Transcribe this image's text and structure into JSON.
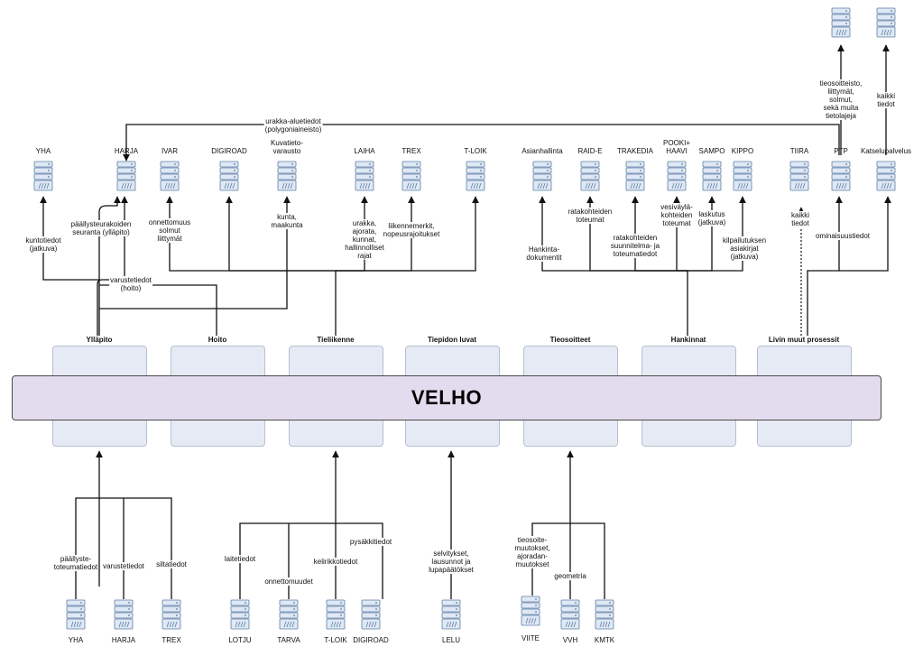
{
  "core": {
    "name": "VELHO"
  },
  "processes": [
    {
      "id": "yllapito",
      "title": "Ylläpito"
    },
    {
      "id": "hoito",
      "title": "Hoito"
    },
    {
      "id": "tieliikenne",
      "title": "Tieliikenne"
    },
    {
      "id": "tiepidon_luvat",
      "title": "Tiepidon luvat"
    },
    {
      "id": "tieosoitteet",
      "title": "Tieosoitteet"
    },
    {
      "id": "hankinnat",
      "title": "Hankinnat"
    },
    {
      "id": "muut",
      "title": "Livin muut prosessit"
    }
  ],
  "top_systems": [
    {
      "id": "yha",
      "name": "YHA"
    },
    {
      "id": "harja",
      "name": "HARJA"
    },
    {
      "id": "ivar",
      "name": "IVAR"
    },
    {
      "id": "digiroad",
      "name": "DIGIROAD"
    },
    {
      "id": "kuvatieto",
      "name": "Kuvatieto-\nvarausto"
    },
    {
      "id": "laiha",
      "name": "LAIHA"
    },
    {
      "id": "trex",
      "name": "TREX"
    },
    {
      "id": "tloik",
      "name": "T-LOIK"
    },
    {
      "id": "asianhallinta",
      "name": "Asianhallinta"
    },
    {
      "id": "raide",
      "name": "RAID-E"
    },
    {
      "id": "trakedia",
      "name": "TRAKEDIA"
    },
    {
      "id": "pooki",
      "name": "POOKI+\nHAAVI"
    },
    {
      "id": "sampo",
      "name": "SAMPO"
    },
    {
      "id": "kippo",
      "name": "KIPPO"
    },
    {
      "id": "tiira",
      "name": "TIIRA"
    },
    {
      "id": "ptp",
      "name": "PTP"
    },
    {
      "id": "katselu",
      "name": "Katselupalvelus"
    }
  ],
  "far_top_systems": [
    {
      "id": "far1",
      "name": ""
    },
    {
      "id": "far2",
      "name": ""
    }
  ],
  "bottom_systems": [
    {
      "id": "b_yha",
      "name": "YHA"
    },
    {
      "id": "b_harja",
      "name": "HARJA"
    },
    {
      "id": "b_trex",
      "name": "TREX"
    },
    {
      "id": "b_lotju",
      "name": "LOTJU"
    },
    {
      "id": "b_tarva",
      "name": "TARVA"
    },
    {
      "id": "b_tloik",
      "name": "T-LOIK"
    },
    {
      "id": "b_digiroad",
      "name": "DIGIROAD"
    },
    {
      "id": "b_lelu",
      "name": "LELU"
    },
    {
      "id": "b_viite",
      "name": "VIITE"
    },
    {
      "id": "b_vvh",
      "name": "VVH"
    },
    {
      "id": "b_kmtk",
      "name": "KMTK"
    }
  ],
  "edge_labels": {
    "urakka": "urakka-aluetiedot\n(polygoniaineisto)",
    "kuntotiedot": "kuntotiedot\n(jatkuva)",
    "paallysteurakoiden": "päällysteurakoiden\nseuranta (ylläpito)",
    "varustetiedot_hoito": "varustetiedot\n(hoito)",
    "onnettomuus": "onnettomuus\nsolmut\nliittymät",
    "kunta": "kunta,\nmaakunta",
    "laiha": "urakka,\najorata,\nkunnat,\nhallinnolliset\nrajat",
    "trex_top": "liikennemerkit,\nnopeusrajoitukset",
    "hankintadok": "Hankinta-\ndokumentit",
    "ratakohteiden_toteumat": "ratakohteiden\ntoteumat",
    "ratakohteiden_suunnitelma": "ratakohteiden\nsuunnitelma- ja\ntoteumatiedot",
    "vesivayla": "vesiväylä-\nkohteiden\ntoteumat",
    "laskutus": "laskutus\n(jatkuva)",
    "kilpailutuksen": "kilpailutuksen\nasiakirjat\n(jatkuva)",
    "kaikki_tiedot_tiira": "kaikki\ntiedot",
    "ominaisuustiedot": "ominaisuustiedot",
    "tieosoitteisto": "tieosoitteisto,\nliittymät,\nsolmut,\nsekä muita\ntietolajeja",
    "kaikki_tiedot_top": "kaikki\ntiedot",
    "paallystetoteuma": "päällyste-\ntoteumatiedot",
    "varustetiedot": "varustetiedot",
    "siltatiedot": "siltatiedot",
    "laitetiedot": "laitetiedot",
    "onnettomuudet": "onnettomuudet",
    "kelirikkotiedot": "kelirikkotiedot",
    "pysakkitiedot": "pysäkkitiedot",
    "selvitykset": "selvitykset,\nlausunnot ja\nlupapäätökset",
    "tieosoitemuutokset": "tieosoite-\nmuutokset,\najoradan-\nmuutokset",
    "geometria": "geometria"
  }
}
